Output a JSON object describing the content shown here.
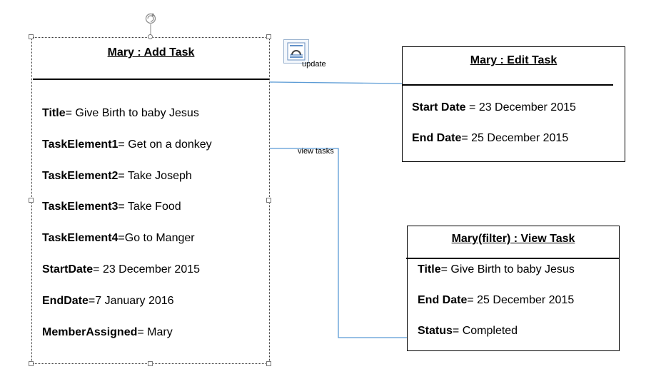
{
  "boxes": {
    "add_task": {
      "title": "Mary : Add  Task",
      "attrs": [
        {
          "label": "Title",
          "sep": "= ",
          "value": "Give Birth to baby Jesus"
        },
        {
          "label": "TaskElement1",
          "sep": "= ",
          "value": "Get on a donkey"
        },
        {
          "label": "TaskElement2",
          "sep": "= ",
          "value": "Take Joseph"
        },
        {
          "label": "TaskElement3",
          "sep": "= ",
          "value": "Take Food"
        },
        {
          "label": "TaskElement4",
          "sep": "=",
          "value": "Go to Manger"
        },
        {
          "label": "StartDate",
          "sep": "= ",
          "value": "23 December 2015"
        },
        {
          "label": "EndDate",
          "sep": "=",
          "value": "7 January 2016"
        },
        {
          "label": "MemberAssigned",
          "sep": "= ",
          "value": "Mary"
        }
      ]
    },
    "edit_task": {
      "title": "Mary : Edit Task",
      "attrs": [
        {
          "label": "Start Date",
          "sep": " = ",
          "value": "23 December 2015"
        },
        {
          "label": "End Date",
          "sep": "= ",
          "value": "25 December 2015"
        }
      ]
    },
    "view_task": {
      "title": "Mary(filter) : View Task",
      "attrs": [
        {
          "label": "Title",
          "sep": "= ",
          "value": "Give Birth to baby Jesus"
        },
        {
          "label": "End Date",
          "sep": "= ",
          "value": "25 December 2015"
        },
        {
          "label": "Status",
          "sep": "= ",
          "value": "Completed"
        }
      ]
    }
  },
  "connectors": {
    "update_label": "update",
    "view_tasks_label": "view tasks",
    "line_color": "#5b9bd5"
  },
  "icons": {
    "rotate": "rotate-handle-icon",
    "layout_options": "layout-options-icon"
  }
}
